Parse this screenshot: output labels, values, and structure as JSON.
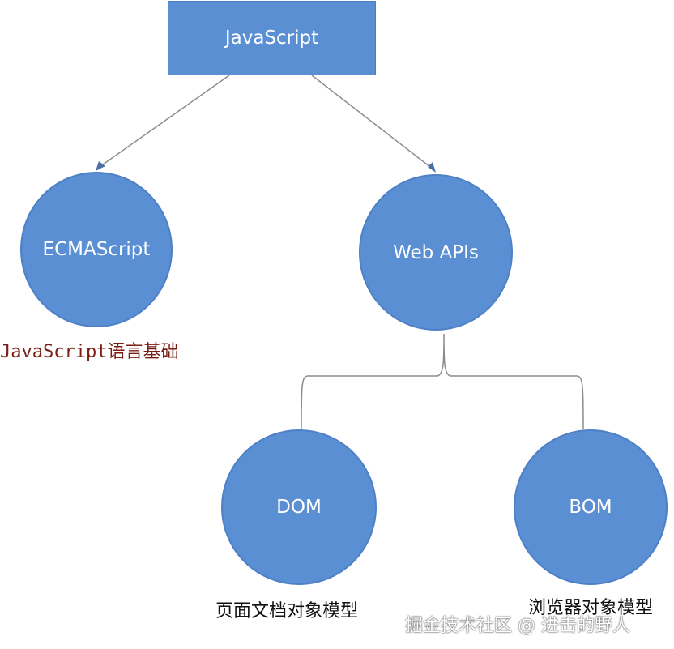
{
  "diagram": {
    "root": {
      "label": "JavaScript"
    },
    "nodes": {
      "ecmascript": {
        "label": "ECMAScript",
        "caption": "JavaScript语言基础"
      },
      "webapis": {
        "label": "Web APIs"
      },
      "dom": {
        "label": "DOM",
        "caption": "页面文档对象模型"
      },
      "bom": {
        "label": "BOM",
        "caption": "浏览器对象模型"
      }
    },
    "edges": [
      {
        "from": "root",
        "to": "ecmascript",
        "style": "arrow"
      },
      {
        "from": "root",
        "to": "webapis",
        "style": "arrow"
      },
      {
        "from": "webapis",
        "to": "dom",
        "style": "brace"
      },
      {
        "from": "webapis",
        "to": "bom",
        "style": "brace"
      }
    ],
    "colors": {
      "node_fill": "#5b8fd4",
      "node_text": "#ffffff",
      "connector": "#8c8c8c",
      "caption_base": "#7a1e14",
      "caption_dark": "#111111"
    }
  },
  "watermark": "掘金技术社区 @ 进击的野人"
}
